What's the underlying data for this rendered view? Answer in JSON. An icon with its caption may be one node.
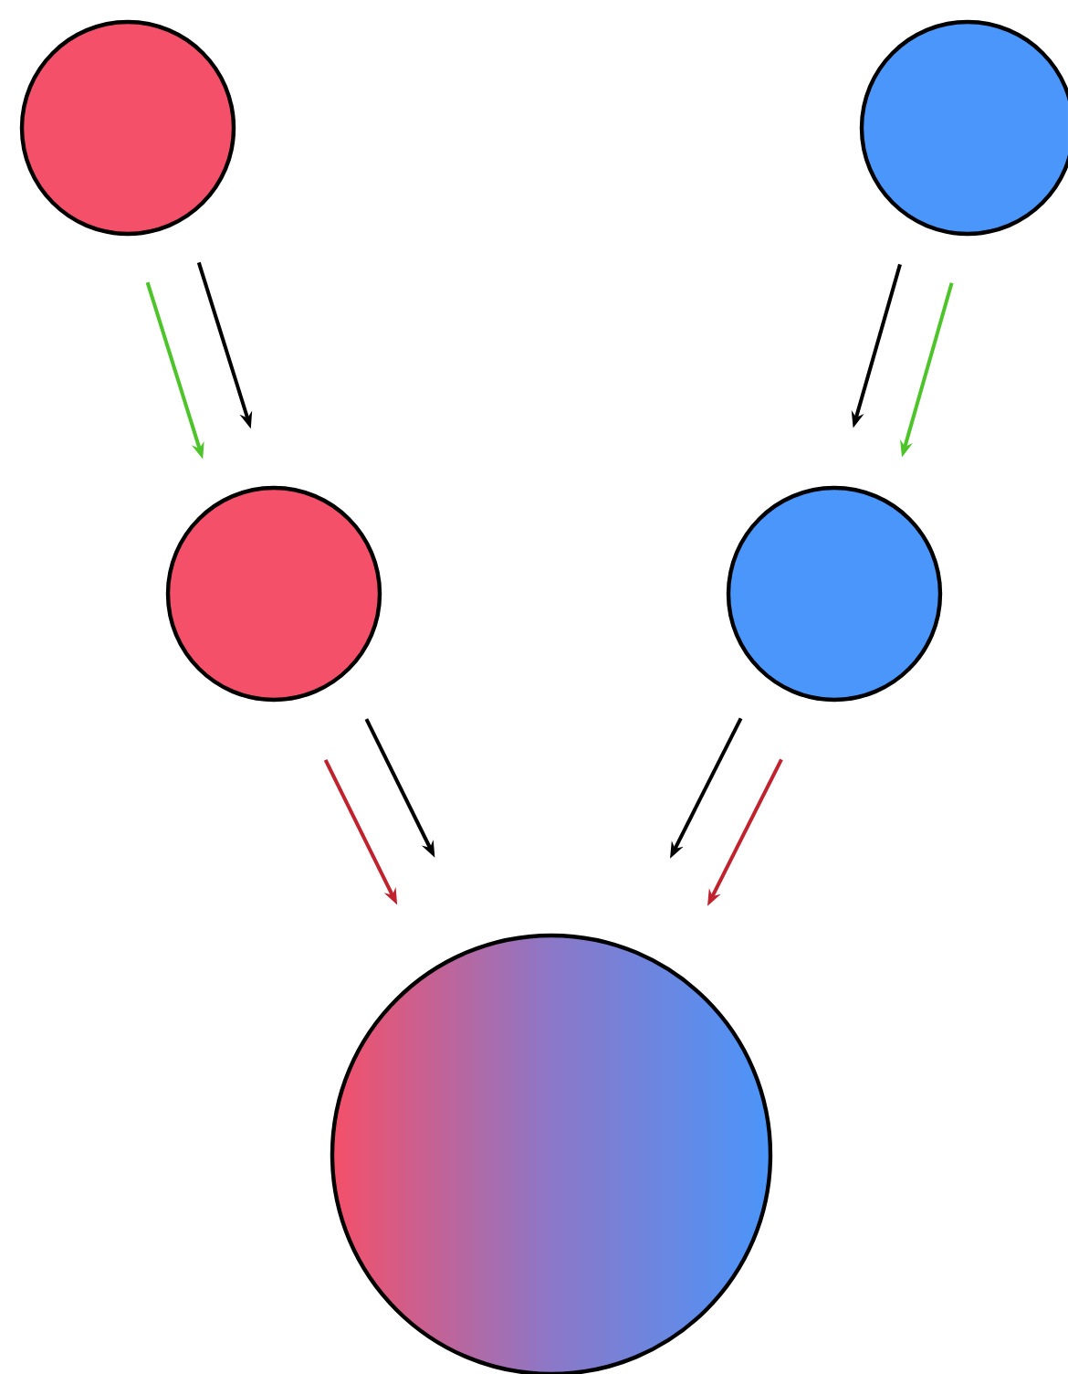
{
  "diagram": {
    "nodes": [
      {
        "text": [],
        "shape": "circle"
      },
      {
        "text": [],
        "shape": "circle"
      },
      {
        "text": [],
        "shape": "circle"
      },
      {
        "text": [],
        "shape": "circle"
      },
      {
        "text": [],
        "shape": "circle"
      }
    ],
    "edges": [
      {
        "from": 0,
        "to": 2,
        "arrow": "to",
        "color": "#4cc42a"
      },
      {
        "from": 0,
        "to": 2,
        "arrow": "to"
      },
      {
        "from": 1,
        "to": 3,
        "arrow": "to"
      },
      {
        "from": 1,
        "to": 3,
        "arrow": "to",
        "color": "#4cc42a"
      },
      {
        "from": 2,
        "to": 4,
        "arrow": "to",
        "color": "#c0222e"
      },
      {
        "from": 2,
        "to": 4,
        "arrow": "to"
      },
      {
        "from": 3,
        "to": 4,
        "arrow": "to"
      },
      {
        "from": 3,
        "to": 4,
        "arrow": "to",
        "color": "#c0222e"
      }
    ]
  }
}
